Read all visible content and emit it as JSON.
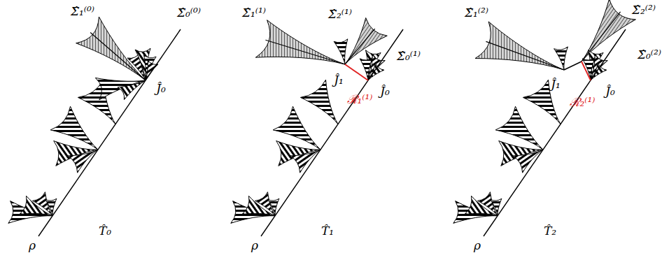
{
  "diagram": {
    "labels": [
      "Σ̂₁⁽⁰⁾",
      "Σ̂₀⁽⁰⁾",
      "Ĵ₀",
      "T̂₀",
      "ρ",
      "Σ̂₁⁽¹⁾",
      "Σ̂₂⁽¹⁾",
      "Σ̂₀⁽¹⁾",
      "Ĵ₁",
      "ℛ₁⁽¹⁾",
      "Ĵ₀",
      "T̂₁",
      "ρ",
      "Σ̂₁⁽²⁾",
      "Σ̂₂⁽²⁾",
      "Σ̂₀⁽²⁾",
      "Ĵ₁",
      "ℛ₂⁽¹⁾",
      "Ĵ₀",
      "T̂₂",
      "ρ"
    ]
  }
}
